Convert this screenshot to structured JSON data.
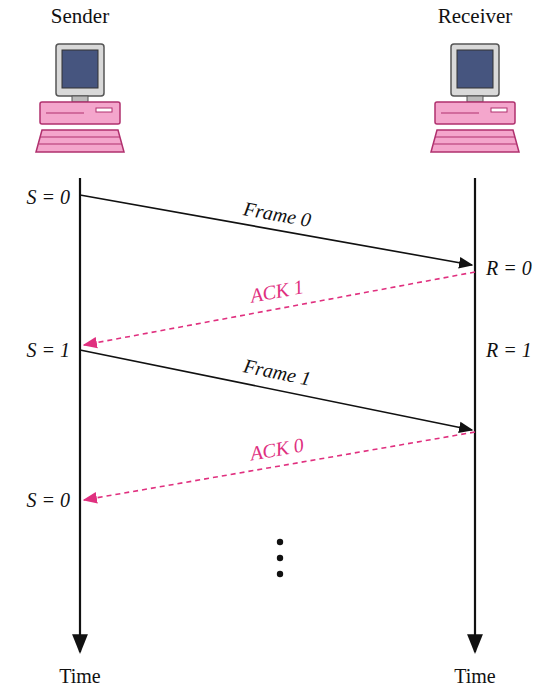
{
  "diagram": {
    "nodes": [
      {
        "text": [
          "Sender"
        ]
      },
      {
        "text": [
          "Receiver"
        ]
      }
    ],
    "labels": [
      "S = 0",
      "Frame 0",
      "R = 0",
      "ACK 1",
      "S = 1",
      "Frame 1",
      "R = 1",
      "ACK 0",
      "S = 0",
      "Time",
      "Time"
    ]
  }
}
